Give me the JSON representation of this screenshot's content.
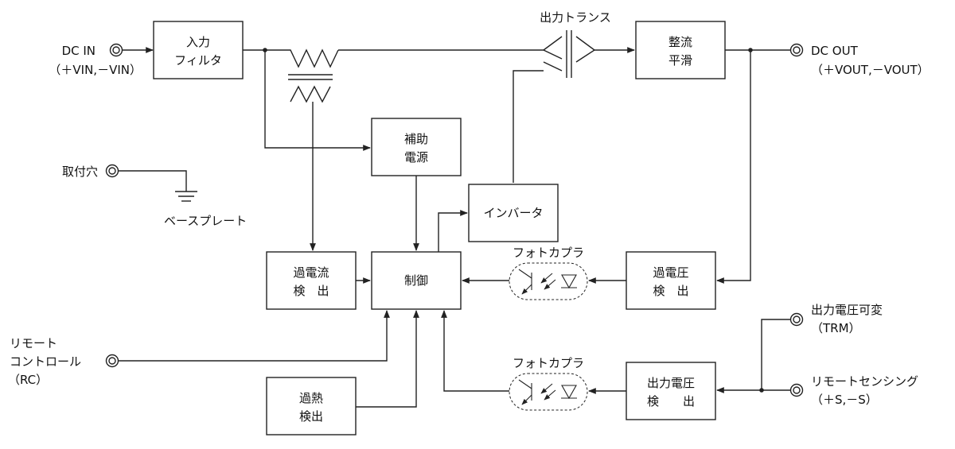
{
  "terminals": {
    "dc_in": "DC IN",
    "dc_in_sub": "（＋VIN,－VIN）",
    "dc_out": "DC OUT",
    "dc_out_sub": "（＋VOUT,－VOUT）",
    "mount_hole": "取付穴",
    "base_plate": "ベースプレート",
    "remote_control_1": "リモート",
    "remote_control_2": "コントロール",
    "remote_control_3": "（RC）",
    "trim_1": "出力電圧可変",
    "trim_2": "（TRM）",
    "sense_1": "リモートセンシング",
    "sense_2": "（＋S,－S）"
  },
  "blocks": {
    "input_filter": [
      "入力",
      "フィルタ"
    ],
    "output_transformer": "出力トランス",
    "rectifier": [
      "整流",
      "平滑"
    ],
    "aux_power": [
      "補助",
      "電源"
    ],
    "inverter": "インバータ",
    "overcurrent": [
      "過電流",
      "検　出"
    ],
    "control": "制御",
    "photocoupler_top": "フォトカプラ",
    "overvoltage": [
      "過電圧",
      "検　出"
    ],
    "photocoupler_bottom": "フォトカプラ",
    "output_voltage_det": [
      "出力電圧",
      "検　　出"
    ],
    "overheat": [
      "過熱",
      "検出"
    ]
  }
}
